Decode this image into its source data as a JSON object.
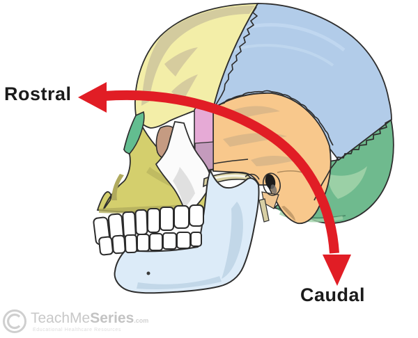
{
  "diagram": {
    "labels": {
      "rostral": "Rostral",
      "caudal": "Caudal"
    }
  },
  "watermark": {
    "symbol": "C",
    "brand_regular": "TeachMe",
    "brand_bold": "Series",
    "domain": ".com",
    "tagline": "Educational Healthcare Resources"
  },
  "colors": {
    "background": "#ffffff",
    "outline": "#2e2e2e",
    "label_text": "#1b1b1b",
    "arrow": "#e11d25",
    "frontal": "#f3eea8",
    "frontal_shade": "#cdc49c",
    "parietal": "#b2cce9",
    "occipital": "#6fba8e",
    "occipital_light": "#a0d3a8",
    "temporal": "#f8c88c",
    "temporal_shade": "#c2a784",
    "sphenoid": "#e6aad6",
    "sphenoid_inferior": "#c49bbd",
    "zygomatic": "#fbfbfb",
    "zygomatic_shade": "#d9d9d9",
    "maxilla": "#d4cf6d",
    "maxilla_shade": "#b2ad5c",
    "nasal": "#63bd90",
    "lacrimal": "#c59b82",
    "ethmoid": "#e4714b",
    "mandible": "#dcebf8",
    "mandible_shade": "#bcd2e4",
    "teeth": "#ffffff",
    "zygomatic_arch": "#d8d0a2",
    "ear_canal": "#1c1c1c",
    "watermark": "#c8c8c8",
    "watermark_faint": "#dcdcdc"
  }
}
